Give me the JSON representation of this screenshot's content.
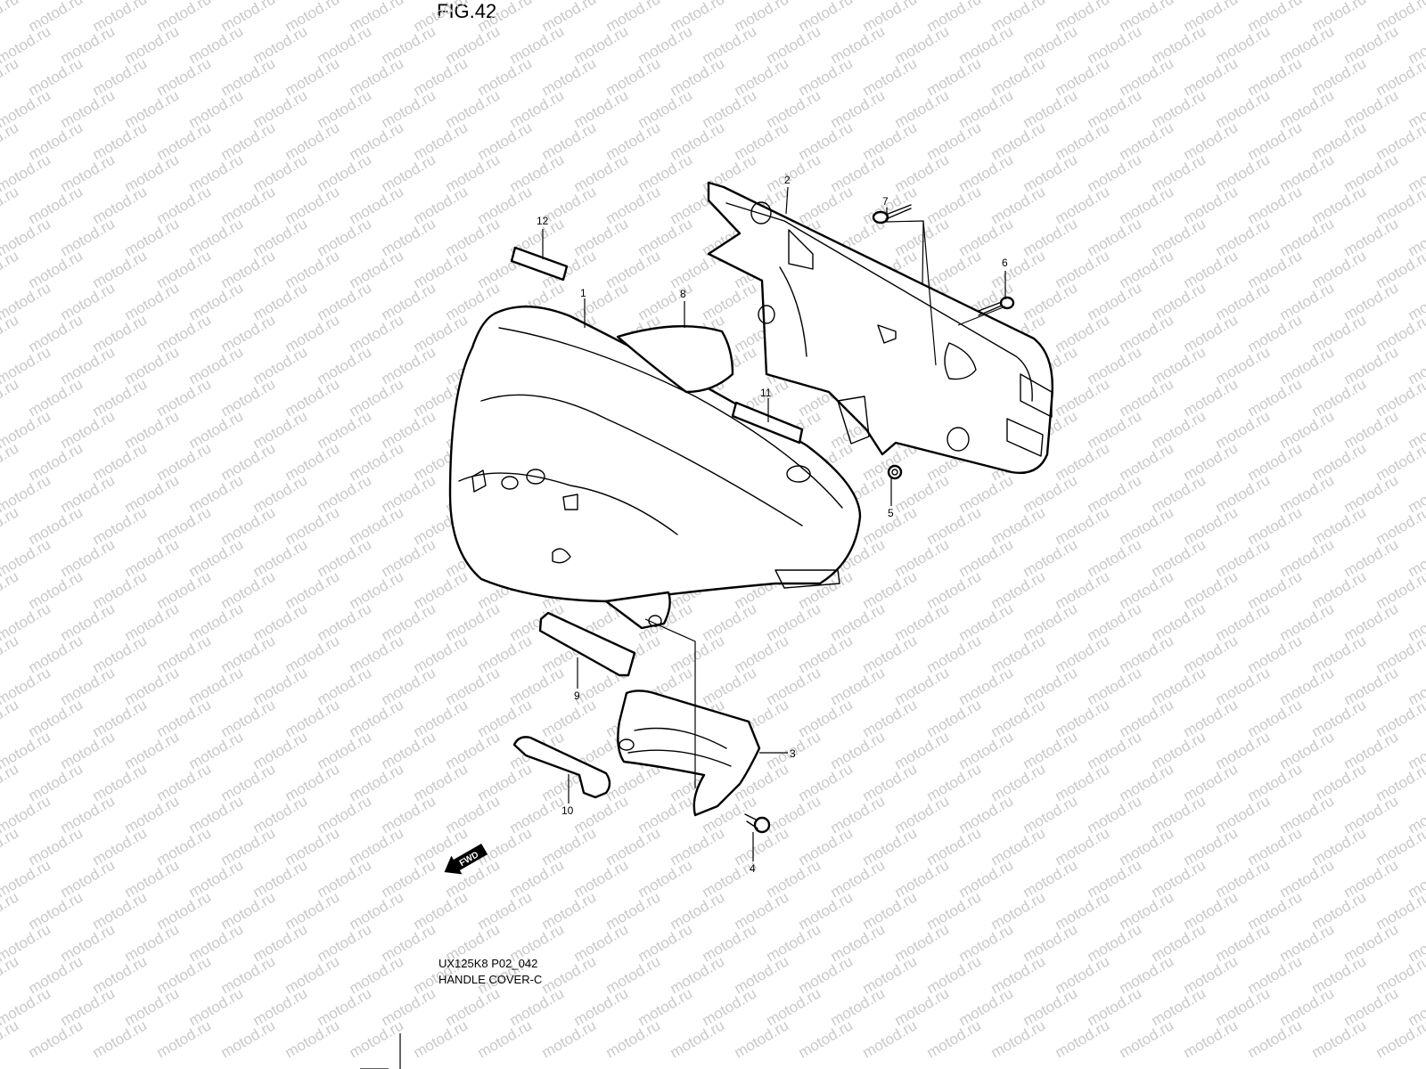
{
  "figure": {
    "title": "FIG.42",
    "code": "UX125K8 P02_042",
    "name": "HANDLE COVER-C"
  },
  "watermark": {
    "text": "motod.ru",
    "color": "#c9c9c9"
  },
  "direction_arrow": {
    "label": "FWD"
  },
  "callouts": [
    "1",
    "2",
    "3",
    "4",
    "5",
    "6",
    "7",
    "8",
    "9",
    "10",
    "11",
    "12"
  ]
}
